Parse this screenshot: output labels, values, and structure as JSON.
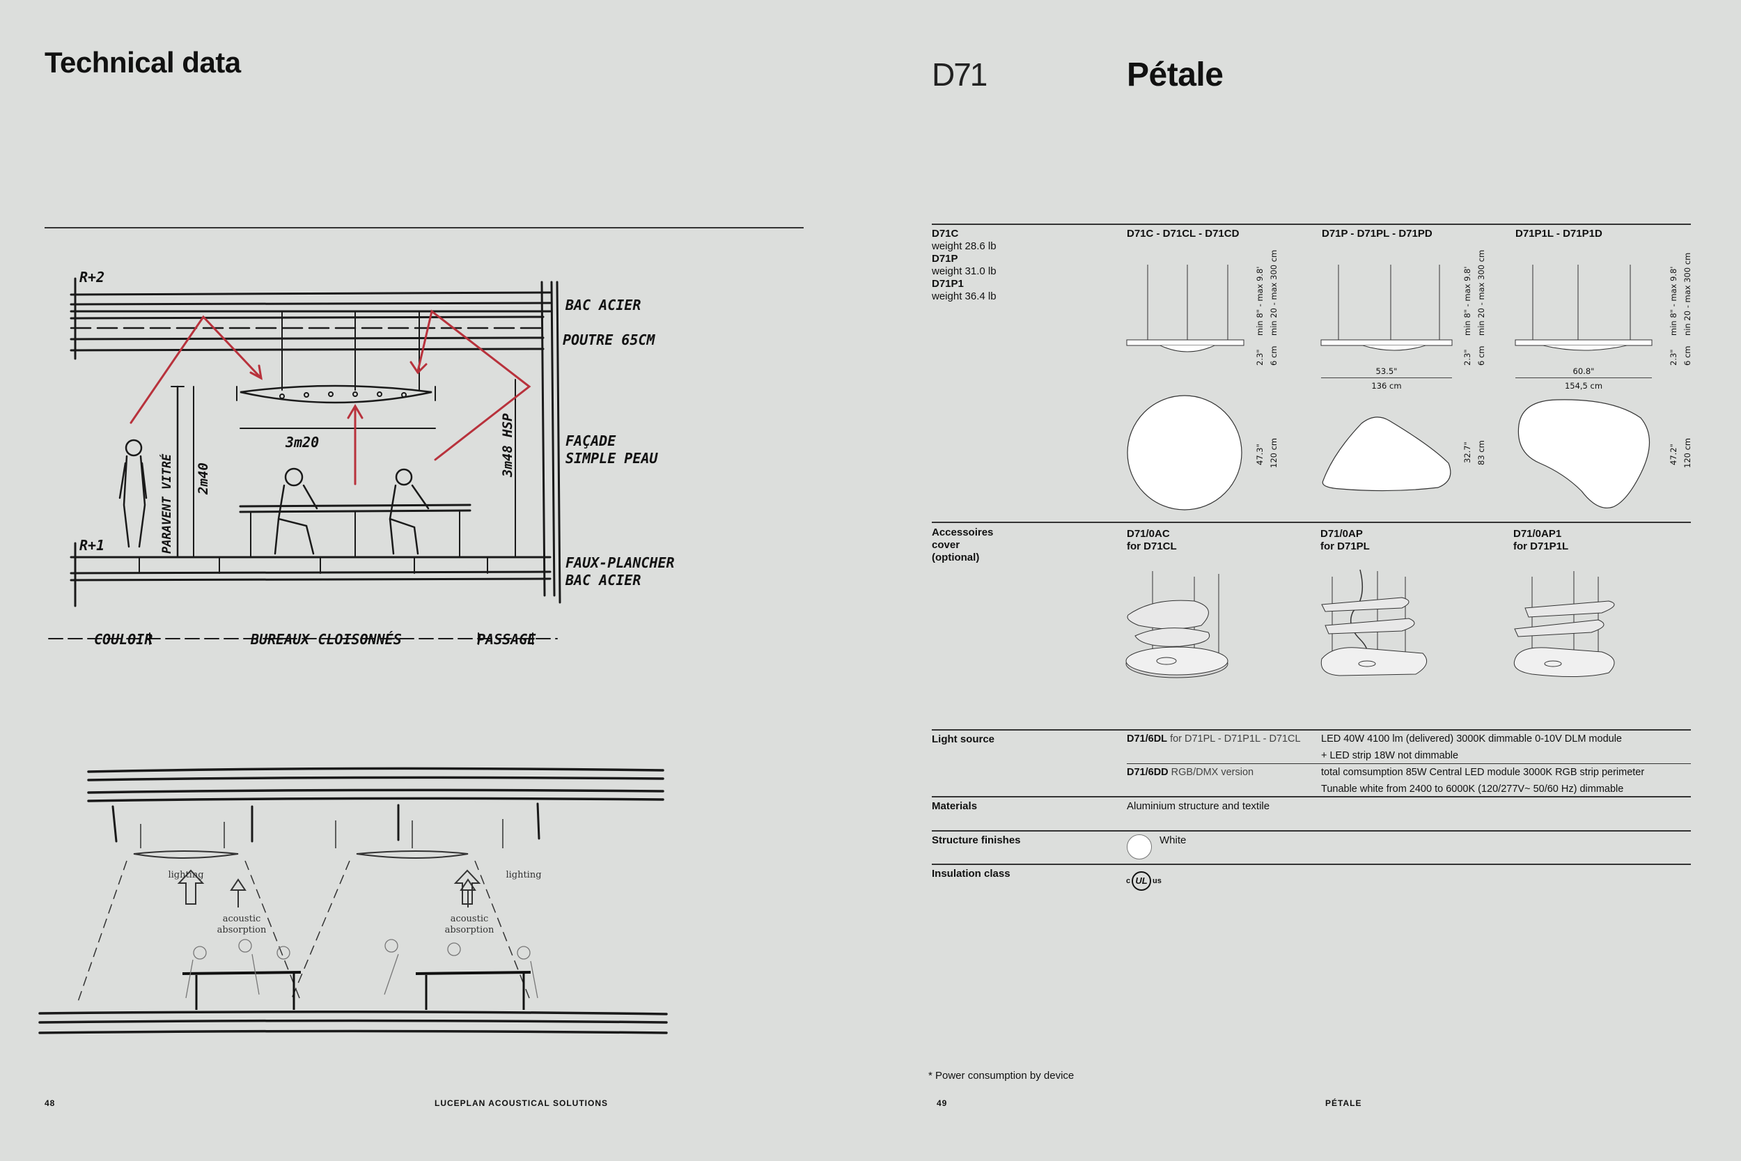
{
  "left_page": {
    "title": "Technical data",
    "sketch1": {
      "labels": {
        "r2": "R+2",
        "r1": "R+1",
        "bac_acier": "BAC ACIER",
        "poutre": "POUTRE 65CM",
        "facade": "FAÇADE",
        "simple_peau": "SIMPLE PEAU",
        "faux_plancher": "FAUX-PLANCHER",
        "bac_acier2": "BAC ACIER",
        "paravent": "PARAVENT VITRÉ",
        "h1": "2m40",
        "h2": "3m48 HSP",
        "width": "3m20",
        "couloir": "COULOIR",
        "bureaux": "BUREAUX CLOISONNÉS",
        "passage": "PASSAGE"
      }
    },
    "sketch2": {
      "lighting_left": "lighting",
      "lighting_right": "lighting",
      "acoustic1": "acoustic",
      "absorption1": "absorption",
      "acoustic2": "acoustic",
      "absorption2": "absorption"
    },
    "page_number": "48",
    "footer": "LUCEPLAN ACOUSTICAL SOLUTIONS"
  },
  "right_page": {
    "code": "D71",
    "product": "Pétale",
    "weights": [
      {
        "model": "D71C",
        "weight": "weight 28.6 lb"
      },
      {
        "model": "D71P",
        "weight": "weight 31.0 lb"
      },
      {
        "model": "D71P1",
        "weight": "weight 36.4 lb"
      }
    ],
    "variants": [
      {
        "header": "D71C - D71CL - D71CD",
        "dim_v1": "min 8\" - max 9.8'",
        "dim_v2": "min 20 - max 300 cm",
        "dim_h_in": "2.3\"",
        "dim_h_cm": "6 cm",
        "width_in": "",
        "width_cm": "",
        "plan_in": "47.3\"",
        "plan_cm": "120 cm"
      },
      {
        "header": "D71P - D71PL - D71PD",
        "dim_v1": "min 8\" - max 9.8'",
        "dim_v2": "min 20 - max 300 cm",
        "dim_h_in": "2.3\"",
        "dim_h_cm": "6 cm",
        "width_in": "53.5\"",
        "width_cm": "136 cm",
        "plan_in": "32.7\"",
        "plan_cm": "83 cm"
      },
      {
        "header": "D71P1L - D71P1D",
        "dim_v1": "min 8\" - max 9.8'",
        "dim_v2": "nin 20 - max 300 cm",
        "dim_h_in": "2.3\"",
        "dim_h_cm": "6 cm",
        "width_in": "60.8\"",
        "width_cm": "154,5 cm",
        "plan_in": "47.2\"",
        "plan_cm": "120 cm"
      }
    ],
    "accessories": {
      "label1": "Accessoires",
      "label2": "cover",
      "label3": "(optional)",
      "items": [
        {
          "code": "D71/0AC",
          "for": "for D71CL"
        },
        {
          "code": "D71/0AP",
          "for": "for D71PL"
        },
        {
          "code": "D71/0AP1",
          "for": "for D71P1L"
        }
      ]
    },
    "light_source": {
      "label": "Light source",
      "rows": [
        {
          "code": "D71/6DL",
          "note": "for D71PL - D71P1L - D71CL",
          "line1": "LED 40W 4100 lm (delivered) 3000K dimmable 0-10V  DLM module",
          "line2": "+ LED strip 18W not dimmable"
        },
        {
          "code": "D71/6DD",
          "note": "RGB/DMX version",
          "line1": "total comsumption 85W Central LED module 3000K RGB strip perimeter",
          "line2": "Tunable white from 2400 to 6000K (120/277V~ 50/60 Hz) dimmable"
        }
      ]
    },
    "materials": {
      "label": "Materials",
      "value": "Aluminium structure and textile"
    },
    "finishes": {
      "label": "Structure finishes",
      "value": "White"
    },
    "insulation": {
      "label": "Insulation class",
      "c": "c",
      "ul": "UL",
      "us": "us"
    },
    "footnote": "* Power consumption by device",
    "page_number": "49",
    "footer": "PÉTALE"
  }
}
